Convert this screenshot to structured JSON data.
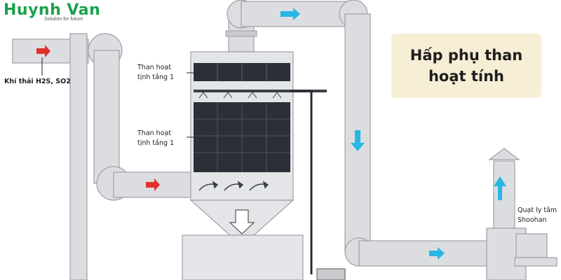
{
  "brand": {
    "name": "Huynh Van",
    "tagline": "Solution for future",
    "color": "#19a24a"
  },
  "title": {
    "line1": "Hấp phụ than",
    "line2": "hoạt tính",
    "background": "#f7eed6"
  },
  "labels": {
    "exhaust": "Khí thải H2S, SO2",
    "carbon_layer_top": {
      "line1": "Than hoạt",
      "line2": "tịnh tầng 1"
    },
    "carbon_layer_bottom": {
      "line1": "Than hoạt",
      "line2": "tịnh tầng 1"
    },
    "fan": {
      "line1": "Quạt ly tâm",
      "line2": "Shoohan"
    }
  },
  "colors": {
    "duct": "#dcdde0",
    "duct_stroke": "#9ea1a6",
    "carbon": "#2b3038",
    "arrow_red": "#e0322b",
    "arrow_blue": "#27b6e6"
  }
}
